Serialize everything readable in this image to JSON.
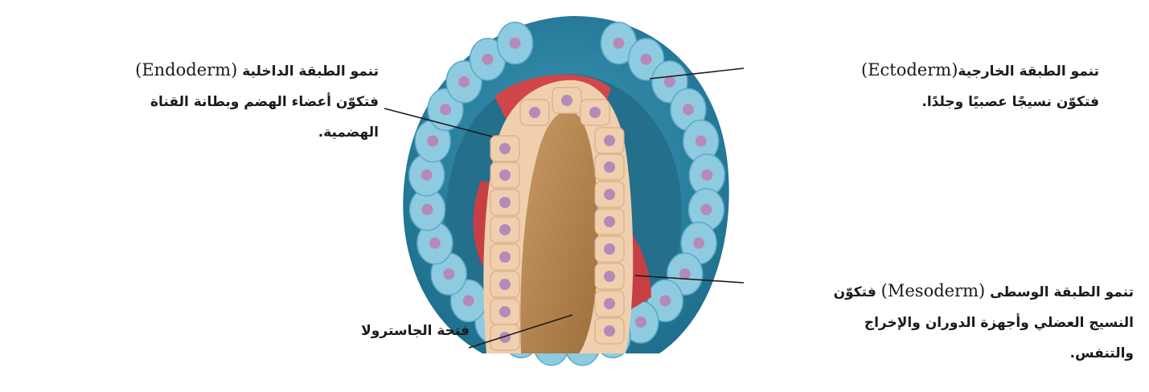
{
  "labels": {
    "endoderm": {
      "term": "Endoderm",
      "prefix": "تنمو الطبقة الداخلية",
      "lines": [
        "فتكوّن أعضاء الهضم وبطانة القناة",
        "الهضمية."
      ]
    },
    "ectoderm": {
      "term": "Ectoderm",
      "prefix": "تنمو الطبقة الخارجية",
      "lines": [
        "فتكوّن نسيجًا عصبيًا وجلدًا."
      ]
    },
    "mesoderm": {
      "term": "Mesoderm",
      "prefix": "تنمو الطبقة الوسطى",
      "suffix": "فتكوّن",
      "lines": [
        "النسيج العضلي وأجهزة الدوران والإخراج",
        "والتنفس."
      ]
    },
    "gastrula_opening": "فتحة الجاسترولا"
  },
  "colors": {
    "ectoderm_outer": "#2f8aa8",
    "ectoderm_cell": "#8fcbe0",
    "nucleus": "#b68ab8",
    "mesoderm": "#d0464b",
    "endoderm_cell": "#f0cfae",
    "core": "#b98a55",
    "leader": "#1a1a1a"
  }
}
